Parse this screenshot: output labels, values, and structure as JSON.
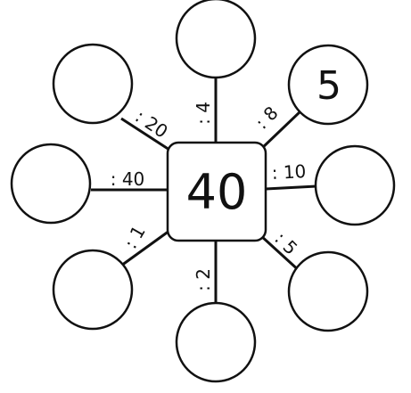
{
  "center": {
    "value": "40"
  },
  "operations": [
    {
      "label": ": 4",
      "result": ""
    },
    {
      "label": ": 8",
      "result": "5"
    },
    {
      "label": ": 10",
      "result": ""
    },
    {
      "label": ": 5",
      "result": ""
    },
    {
      "label": ": 2",
      "result": ""
    },
    {
      "label": ": 1",
      "result": ""
    },
    {
      "label": ": 40",
      "result": ""
    },
    {
      "label": ": 20",
      "result": ""
    }
  ]
}
